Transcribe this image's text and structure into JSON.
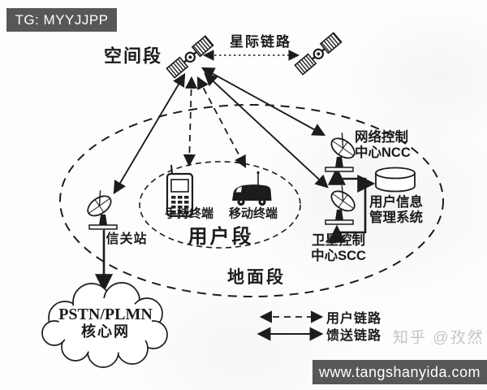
{
  "badges": {
    "tg": "TG: MYYJJPP",
    "site": "www.tangshanyida.com"
  },
  "watermark": "知乎 @孜然",
  "diagram": {
    "segments": {
      "space": "空间段",
      "user": "用户段",
      "ground": "地面段"
    },
    "links": {
      "inter_satellite": "星际链路",
      "user": "用户链路",
      "feeder": "馈送链路"
    },
    "nodes": {
      "ncc": {
        "line1": "网络控制",
        "line2": "中心NCC"
      },
      "user_info_system": {
        "line1": "用户信息",
        "line2": "管理系统"
      },
      "scc": {
        "line1": "卫星控制",
        "line2": "中心SCC"
      },
      "gateway_station": "信关站",
      "handheld_terminal": "手持终端",
      "mobile_terminal": "移动终端",
      "core_network": {
        "line1": "PSTN/PLMN",
        "line2": "核心网"
      }
    },
    "colors": {
      "ink": "#1c1c1c",
      "badge_bg": "#575757",
      "watermark_gray": "#c6c6c6"
    }
  }
}
